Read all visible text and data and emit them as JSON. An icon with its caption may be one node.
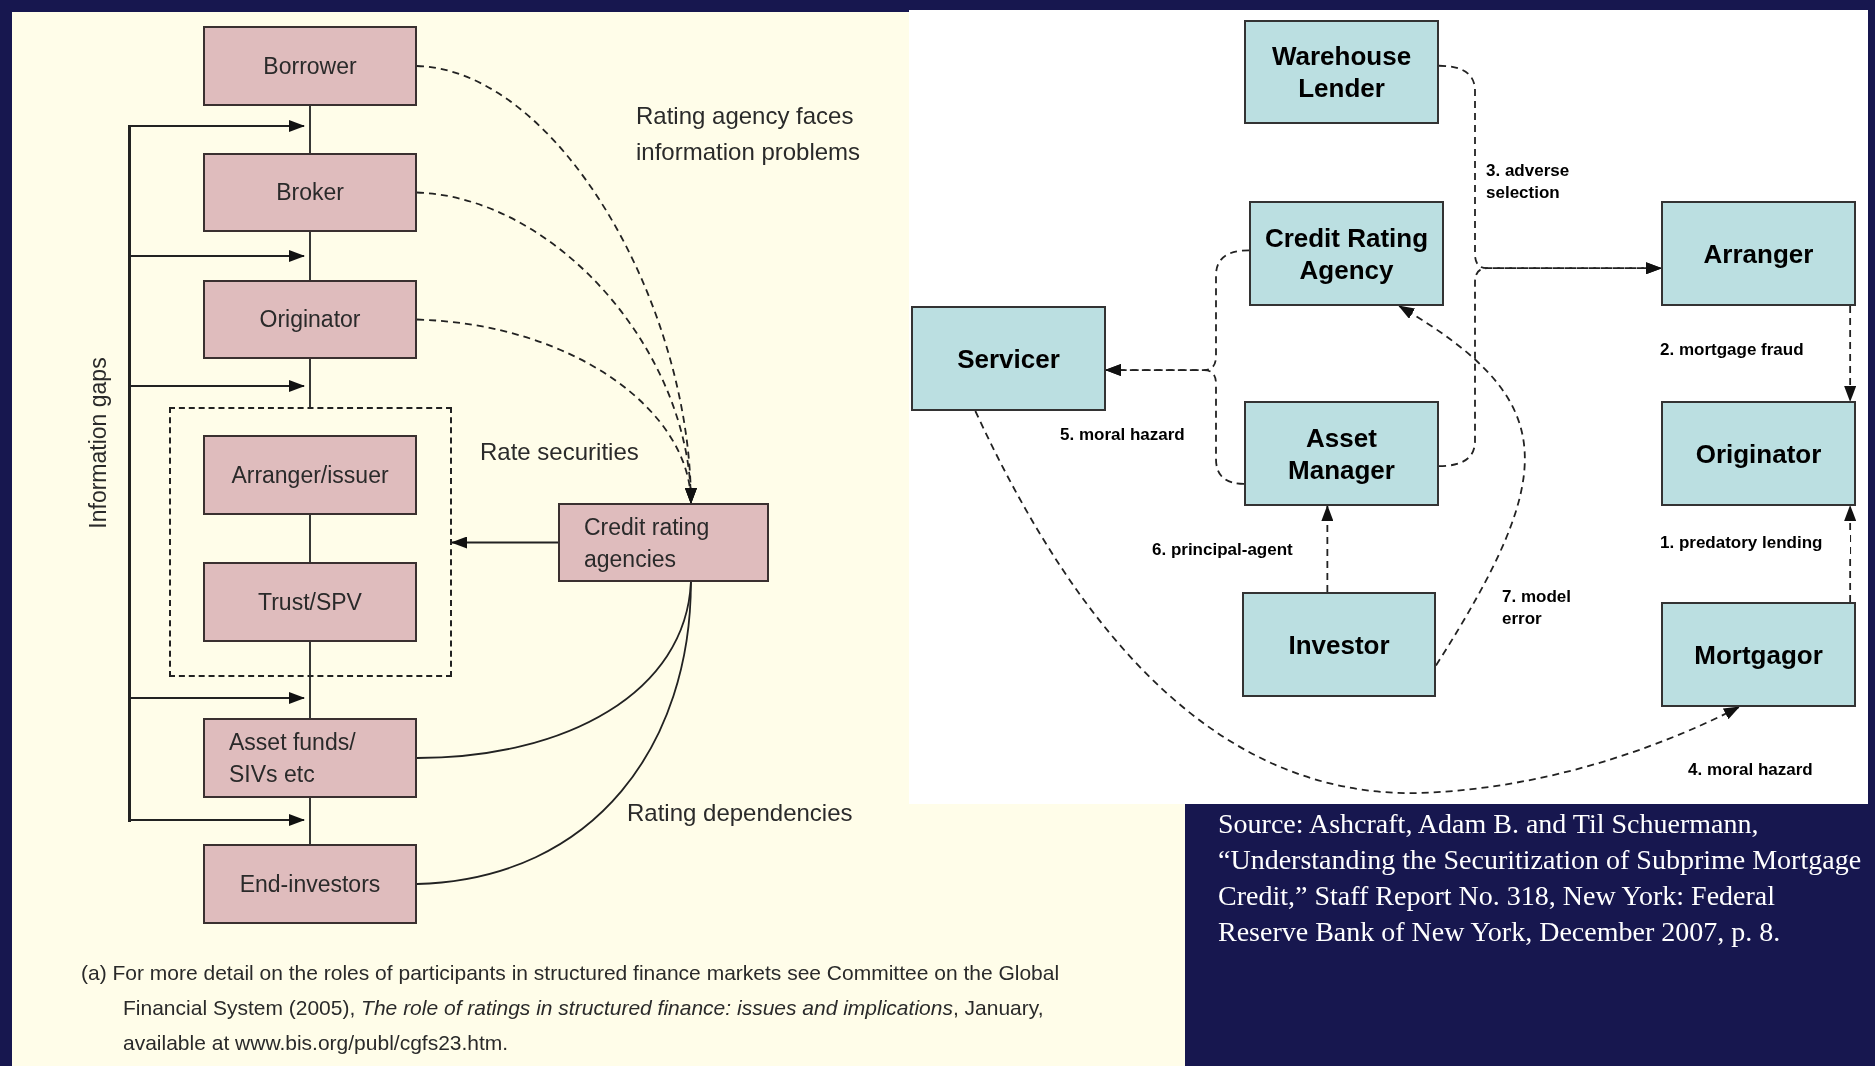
{
  "diagram": {
    "nodes": [
      {
        "text": [
          "Borrower"
        ]
      },
      {
        "text": [
          "Broker"
        ]
      },
      {
        "text": [
          "Originator"
        ]
      },
      {
        "text": [],
        "shape": "box"
      },
      {
        "text": [
          "Arranger/issuer"
        ],
        "in": 3
      },
      {
        "text": [
          "Trust/SPV"
        ],
        "in": 3
      },
      {
        "text": [
          "Asset funds/ SIVs etc"
        ]
      },
      {
        "text": [
          "End-investors"
        ]
      },
      {
        "text": [
          "Credit rating agencies"
        ]
      },
      {
        "text": [
          "Warehouse Lender"
        ]
      },
      {
        "text": [
          "Credit Rating Agency"
        ]
      },
      {
        "text": [
          "Arranger"
        ]
      },
      {
        "text": [
          "Servicer"
        ]
      },
      {
        "text": [
          "Asset Manager"
        ]
      },
      {
        "text": [
          "Originator"
        ]
      },
      {
        "text": [
          "Investor"
        ]
      },
      {
        "text": [
          "Mortgagor"
        ]
      },
      {
        "text": [],
        "shape": "bar"
      }
    ],
    "edges": [
      {
        "from": 0,
        "to": 1,
        "arrow": "none"
      },
      {
        "from": 1,
        "to": 2,
        "arrow": "none"
      },
      {
        "from": 2,
        "to": 3,
        "arrow": "none"
      },
      {
        "from": 4,
        "to": 5,
        "arrow": "none"
      },
      {
        "from": 5,
        "to": 6,
        "arrow": "none"
      },
      {
        "from": 6,
        "to": 7,
        "arrow": "none"
      },
      {
        "from": 0,
        "to": 8,
        "arrow": "to",
        "style": "dashed"
      },
      {
        "from": 1,
        "to": 8,
        "arrow": "to",
        "style": "dashed"
      },
      {
        "from": 2,
        "to": 8,
        "arrow": "to",
        "style": "dashed"
      },
      {
        "from": 8,
        "to": 3,
        "arrow": "to"
      },
      {
        "from": 6,
        "to": 8,
        "arrow": "none"
      },
      {
        "from": 7,
        "to": 8,
        "arrow": "none"
      },
      {
        "from": 9,
        "to": 11,
        "arrow": "to",
        "style": "dashed",
        "label": "3. adverse selection"
      },
      {
        "from": 13,
        "to": 11,
        "arrow": "to",
        "style": "dashed"
      },
      {
        "from": 11,
        "to": 14,
        "arrow": "to",
        "style": "dashed",
        "label": "2. mortgage fraud"
      },
      {
        "from": 10,
        "to": 12,
        "arrow": "to",
        "style": "dashed",
        "label": "5. moral hazard"
      },
      {
        "from": 13,
        "to": 12,
        "arrow": "to",
        "style": "dashed"
      },
      {
        "from": 16,
        "to": 14,
        "arrow": "to",
        "style": "dashed",
        "label": "1. predatory lending"
      },
      {
        "from": 15,
        "to": 13,
        "arrow": "to",
        "style": "dashed",
        "label": "6. principal-agent"
      },
      {
        "from": 15,
        "to": 10,
        "arrow": "to",
        "style": "dashed",
        "label": "7. model error"
      },
      {
        "from": 12,
        "to": 16,
        "arrow": "to",
        "style": "dashed",
        "label": "4. moral hazard"
      },
      {
        "from": 17,
        "to": 1,
        "arrow": "to"
      },
      {
        "from": 17,
        "to": 1,
        "arrow": "to"
      },
      {
        "from": 17,
        "to": 2,
        "arrow": "to"
      },
      {
        "from": 17,
        "to": 6,
        "arrow": "to"
      },
      {
        "from": 17,
        "to": 6,
        "arrow": "to"
      }
    ],
    "labels": [
      "Information gaps",
      "Rating agency faces information problems",
      "Rate securities",
      "Rating dependencies",
      "(a) For more detail on the roles of participants in structured finance markets see Committee on the Global Financial System (2005), *The role of ratings in structured finance: issues and implications*, January, available at www.bis.org/publ/cgfs23.htm.",
      "Source: Ashcraft, Adam B. and Til Schuermann, “Understanding the Securitization of Subprime Mortgage Credit,” Staff Report No. 318, New York: Federal Reserve Bank of New York, December 2007, p. 8."
    ]
  }
}
